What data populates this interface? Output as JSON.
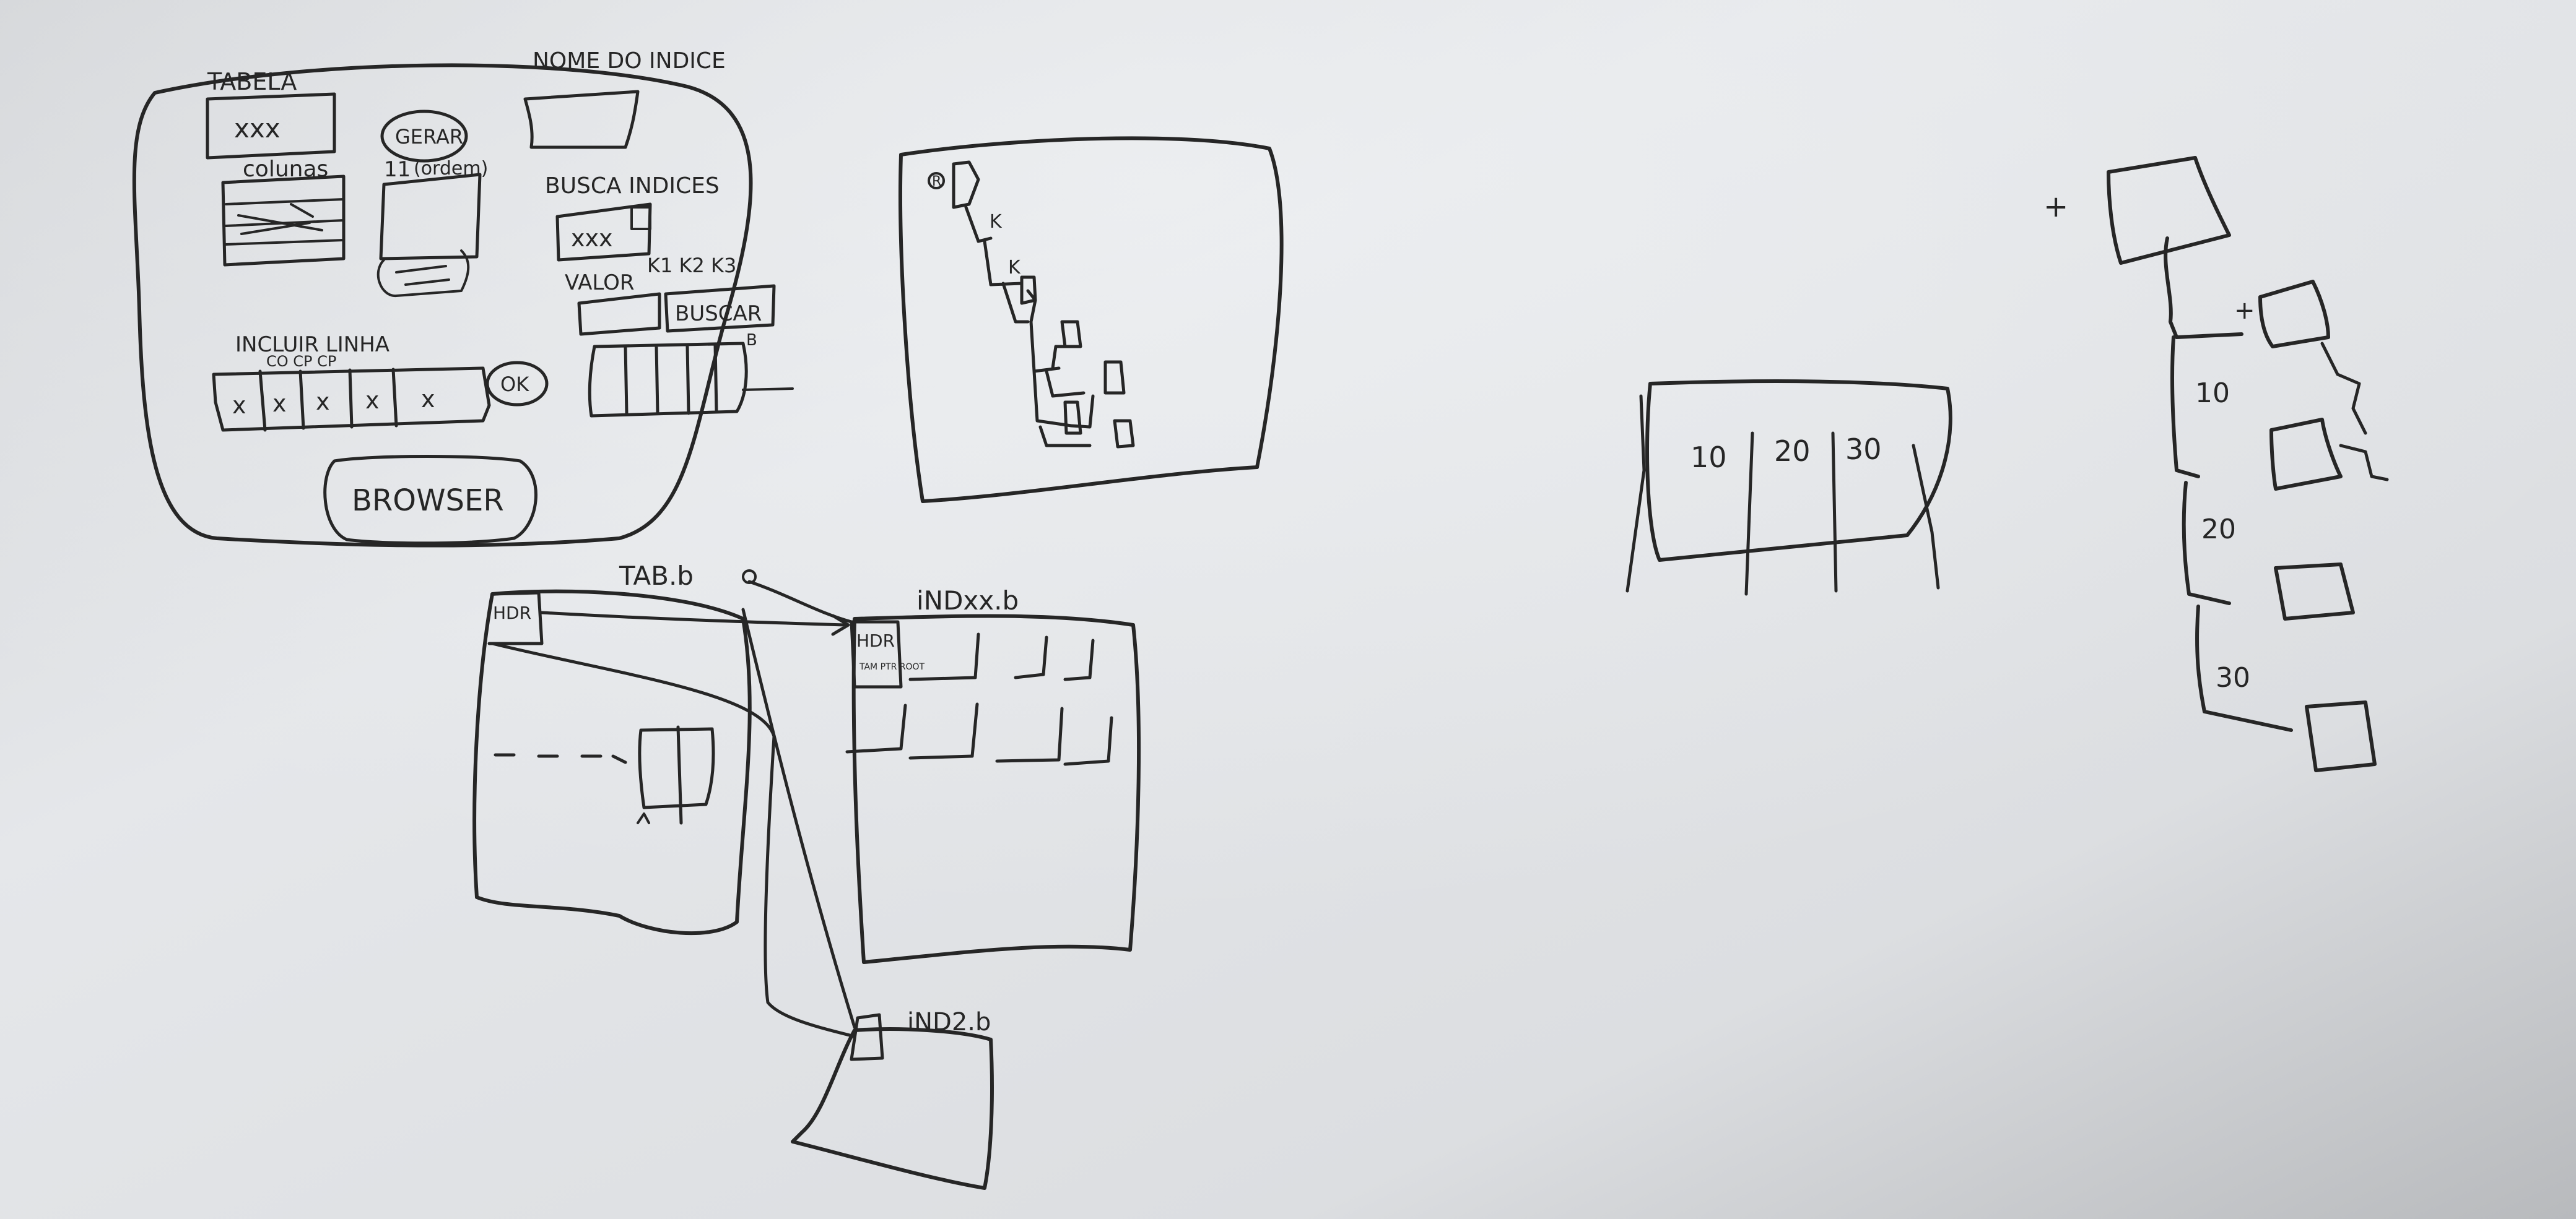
{
  "photo": {
    "ink_color": "#262626",
    "board_color_light": "#e4e6e9",
    "board_color_dark": "#b4b6b9"
  },
  "ui_sketch": {
    "tabela_label": "TABELA",
    "tabela_value": "xxx",
    "colunas_label": "colunas",
    "gerar_button": "GERAR",
    "ordem_label": "(ordem)",
    "ordem_count": "11",
    "nome_indice_label": "NOME DO INDICE",
    "busca_indices_label": "BUSCA INDICES",
    "busca_value": "xxx",
    "valor_label": "VALOR",
    "keys_label": "K1 K2 K3",
    "buscar_button": "BUSCAR",
    "b_label": "B",
    "incluir_linha_label": "INCLUIR LINHA",
    "col_headers": "CO  CP  CP",
    "row_cells": [
      "x",
      "x",
      "x",
      "x",
      "x"
    ],
    "ok_button": "OK",
    "browser_button": "BROWSER"
  },
  "tree_sketch": {
    "root_label": "R",
    "key_labels": [
      "K",
      "K"
    ]
  },
  "file_diagram": {
    "tab_file": "TAB.b",
    "hdr_left": "HDR",
    "idx_file": "iNDxx.b",
    "hdr_right": "HDR",
    "hdr_note": "TAM PTR ROOT",
    "ind2_file": "iND2.b"
  },
  "node_sketch": {
    "values": [
      "10",
      "20",
      "30"
    ]
  },
  "right_tree": {
    "plus_label": "+",
    "child_plus_label": "+",
    "values": [
      "10",
      "20",
      "30"
    ]
  }
}
